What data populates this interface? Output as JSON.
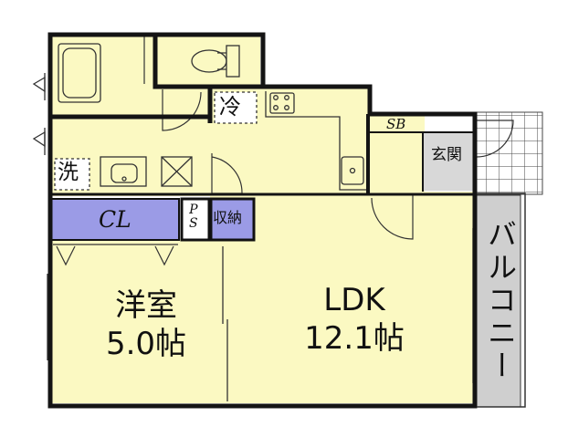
{
  "colors": {
    "floor": "#fbf9c2",
    "closet": "#9b9be6",
    "entrance": "#d8d8d8",
    "balcony": "#cfcfcf",
    "wall": "#141414"
  },
  "rooms": {
    "western_room": {
      "name": "洋室",
      "size": "5.0帖"
    },
    "ldk": {
      "name": "LDK",
      "size": "12.1帖"
    },
    "closet": {
      "label": "CL"
    },
    "storage": {
      "label": "収納"
    },
    "pipe_space": {
      "line1": "P",
      "line2": "S"
    },
    "entrance": {
      "label": "玄関"
    },
    "shoe_box": {
      "label": "SB"
    },
    "balcony": {
      "label": "バルコニー"
    },
    "fridge_space": {
      "label": "冷"
    },
    "washer_space": {
      "label": "洗"
    }
  }
}
